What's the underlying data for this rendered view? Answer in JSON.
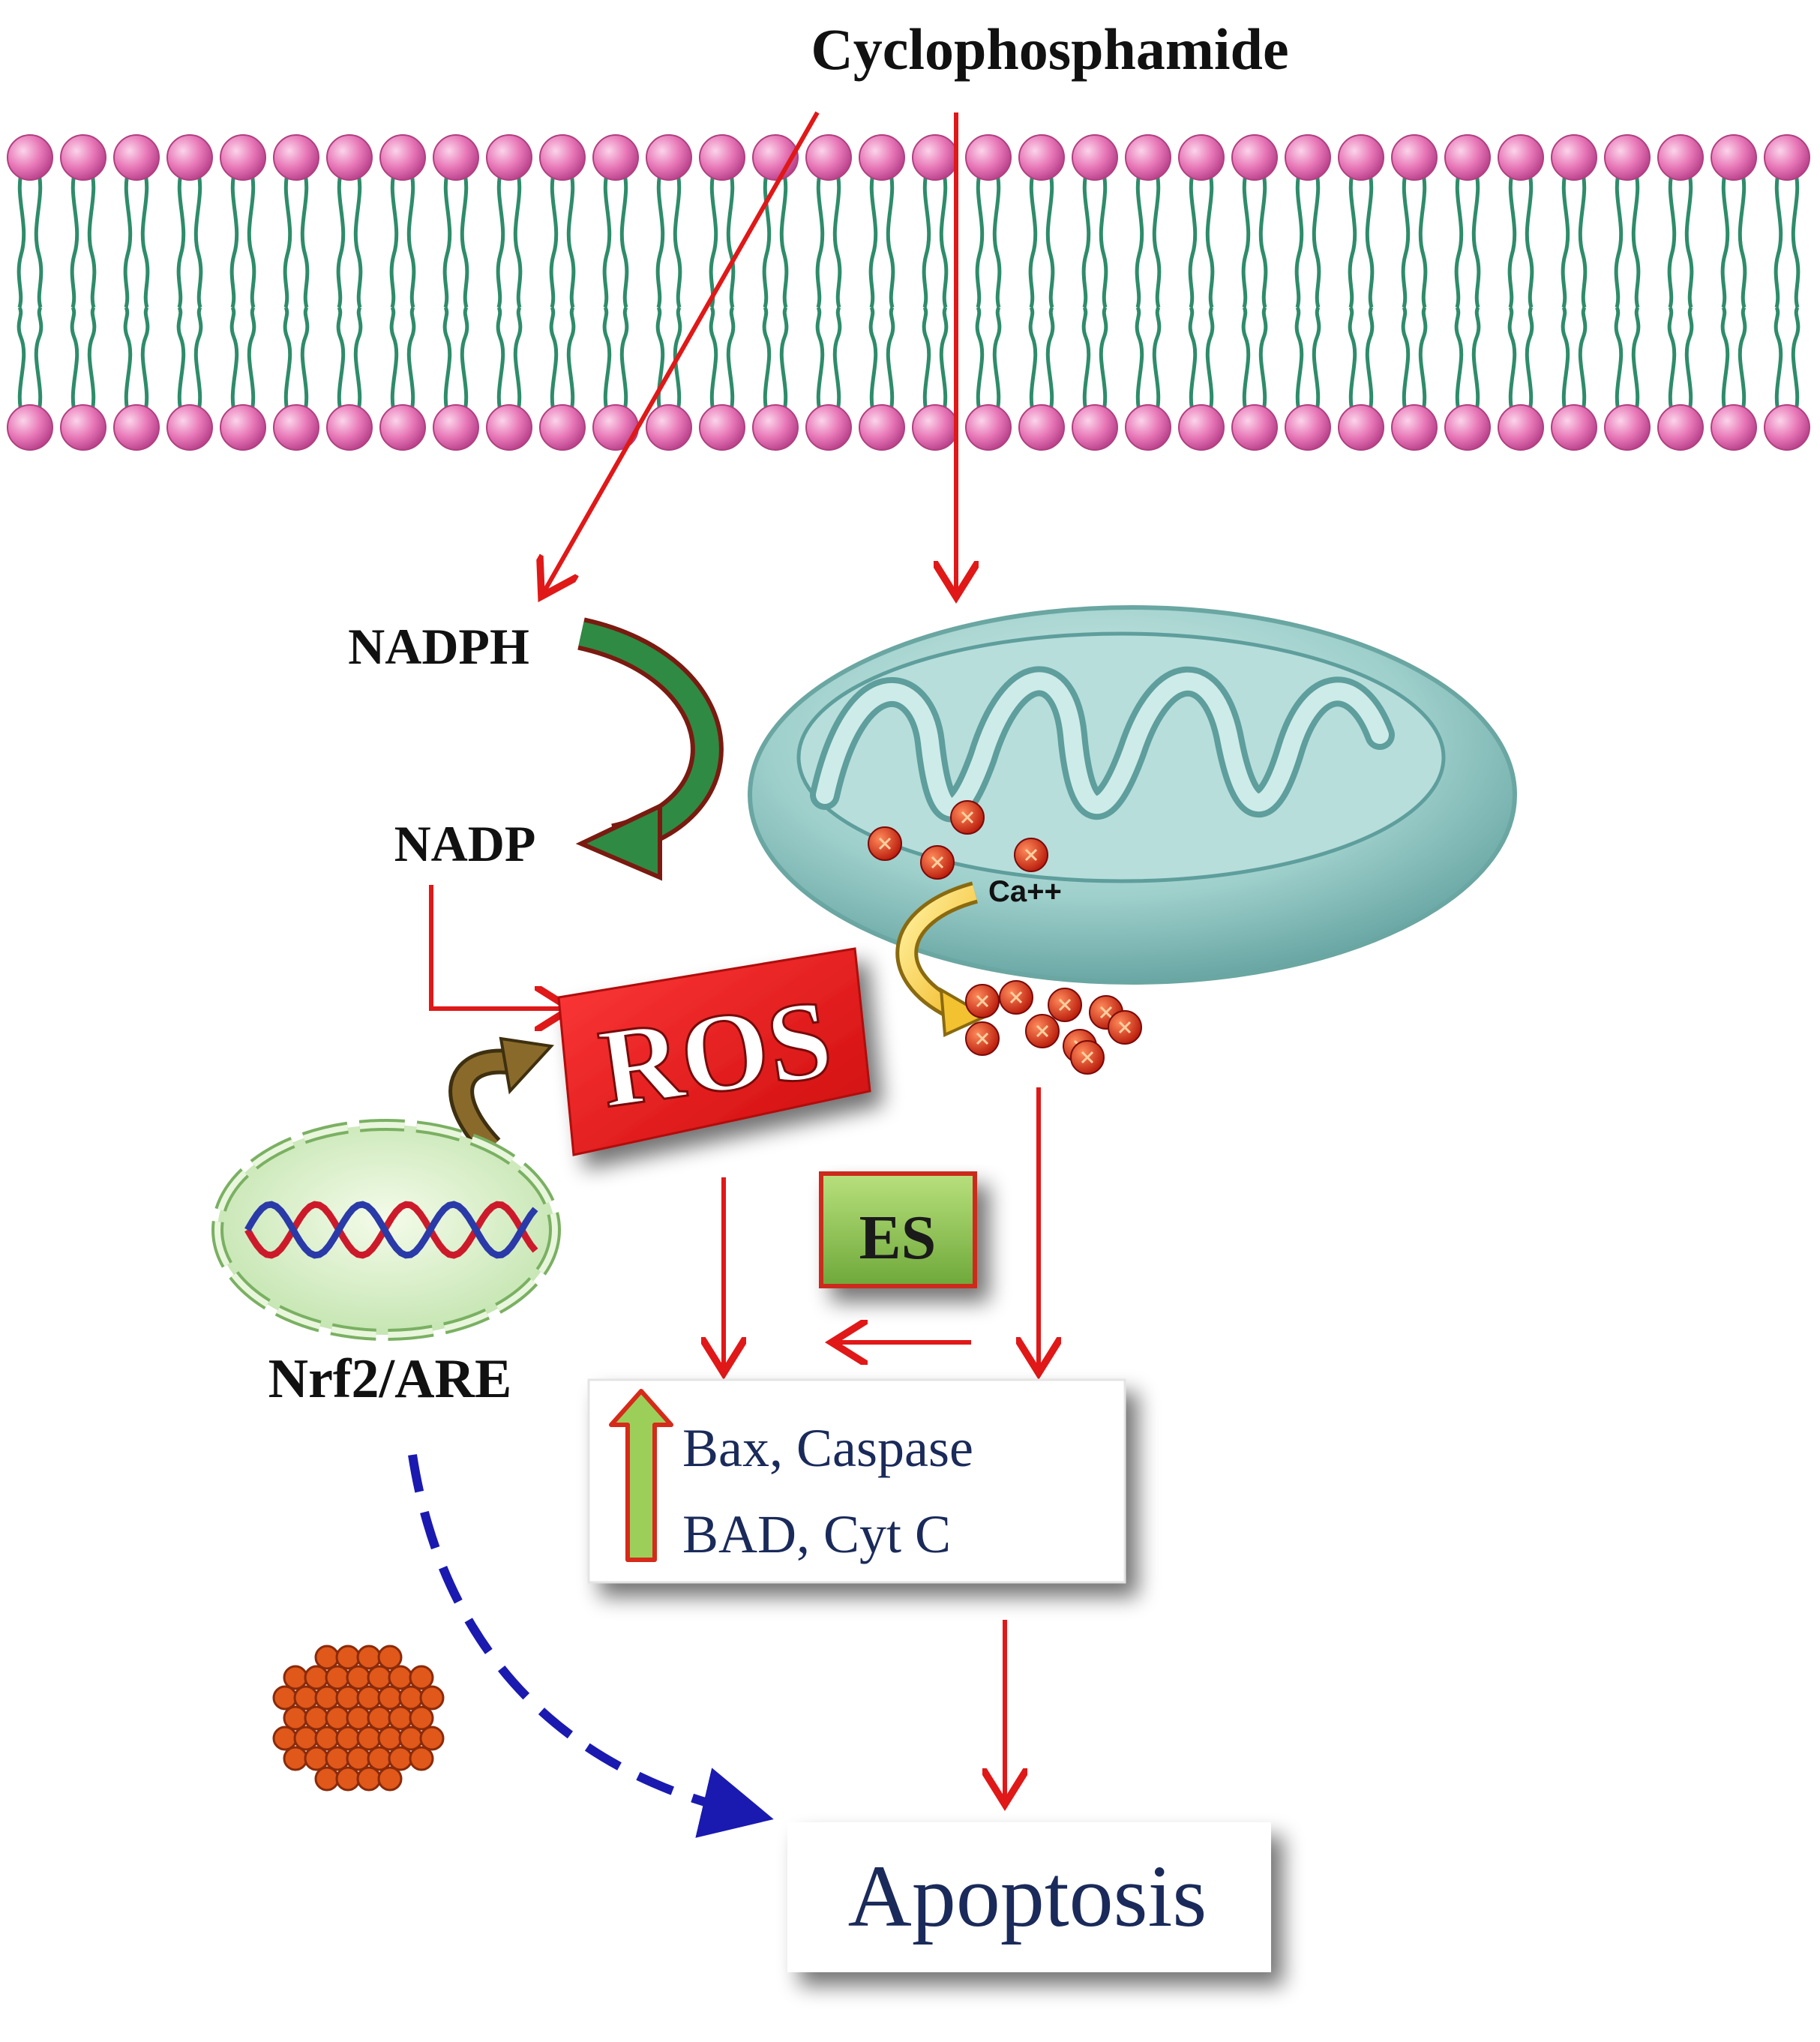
{
  "diagram": {
    "title": "Cyclophosphamide",
    "labels": {
      "nadph": "NADPH",
      "nadp": "NADP",
      "ros": "ROS",
      "calcium": "Ca++",
      "es": "ES",
      "nrf2": "Nrf2/ARE",
      "markers_line1": "Bax, Caspase",
      "markers_line2": "BAD, Cyt C",
      "apoptosis": "Apoptosis"
    },
    "colors": {
      "arrow_red": "#e01818",
      "membrane_head": "#e878b8",
      "membrane_tail": "#2e8c6a",
      "mito_fill": "#9fd0cc",
      "ros_box": "#ee1c1c",
      "es_box": "#8fcb58",
      "nucleus_fill": "#d8f0c8",
      "dashed_blue": "#1a1ab0",
      "text_navy": "#1a2a5a",
      "curve_green": "#2a7a3a",
      "curve_brown": "#7a6020"
    }
  }
}
